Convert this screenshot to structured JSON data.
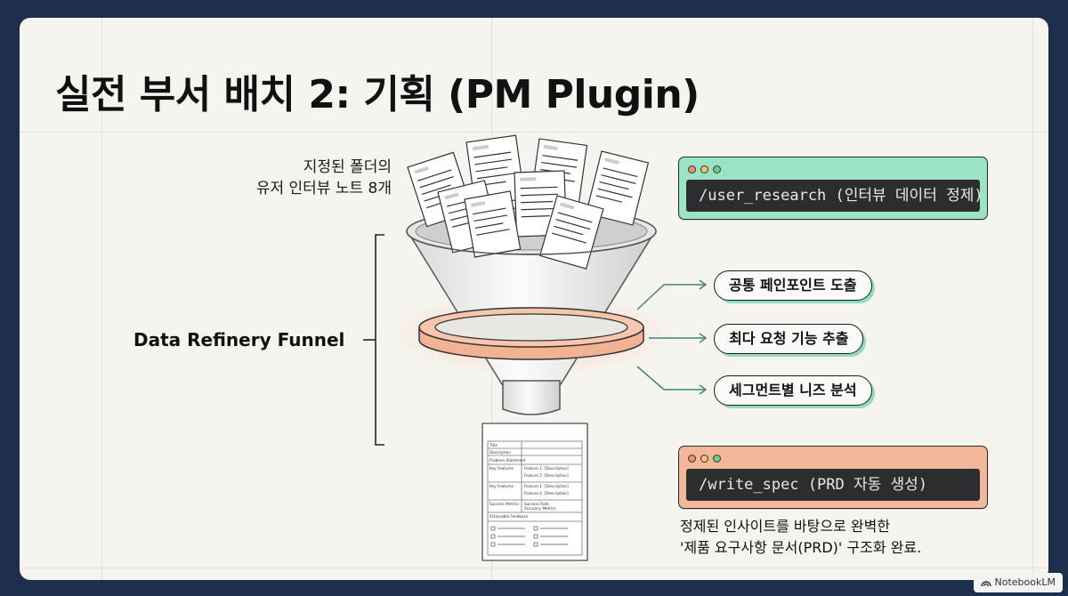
{
  "slide": {
    "title": "실전 부서 배치 2: 기획 (PM Plugin)",
    "input_caption": [
      "지정된 폴더의",
      "유저 인터뷰 노트 8개"
    ],
    "funnel_label": "Data Refinery Funnel",
    "terminal_top": {
      "command": "/user_research (인터뷰 데이터 정제)"
    },
    "terminal_bottom": {
      "command": "/write_spec (PRD 자동 생성)"
    },
    "outputs": [
      "공통 페인포인트 도출",
      "최다 요청 기능 추출",
      "세그먼트별 니즈 분석"
    ],
    "result_text": [
      "정제된 인사이트를 바탕으로 완벽한",
      "'제품 요구사항 문서(PRD)' 구조화 완료."
    ],
    "prd_document": {
      "rows": [
        "Title",
        "Description",
        "Problem Statement",
        "Key Features",
        "Key Features",
        "Success Metrics",
        "Actionable Feedback"
      ],
      "feature_items": [
        "Feature 1: [Description]",
        "Feature 2: [Description]"
      ],
      "metric_items": [
        "Success Rate",
        "Accuracy Metrics"
      ]
    }
  },
  "watermark": {
    "label": "NotebookLM",
    "icon": "notebooklm-logo-icon"
  },
  "colors": {
    "background": "#1e2f4d",
    "slide": "#f6f4ef",
    "terminal_green": "#9be3c6",
    "terminal_orange": "#f3b79b",
    "ring": "#f2b294",
    "pill_shadow": "#8fdcc0"
  }
}
